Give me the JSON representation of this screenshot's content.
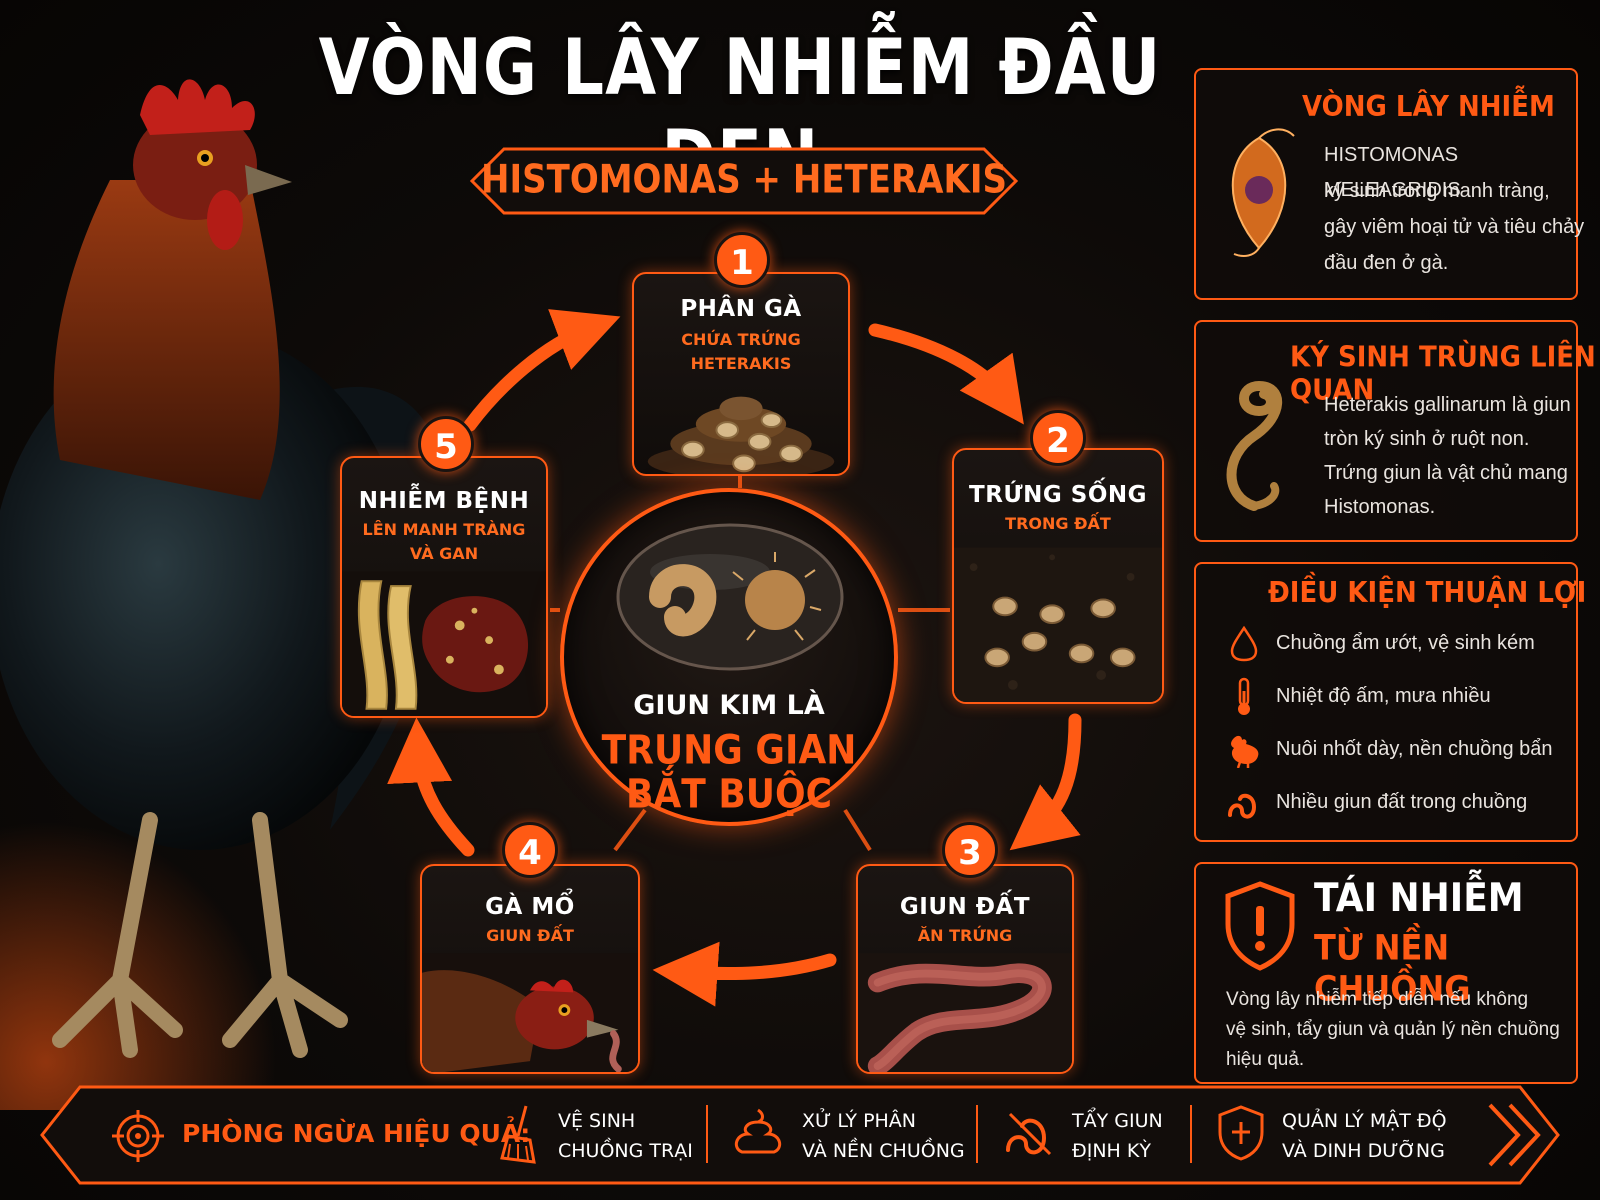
{
  "title": "VÒNG LÂY NHIỄM ĐẦU ĐEN",
  "subtitle": "HISTOMONAS + HETERAKIS",
  "colors": {
    "accent": "#ff5a14",
    "accent_text": "#ff6b1f",
    "background": "#0d0a08"
  },
  "cycle": {
    "steps": [
      {
        "num": "1",
        "title": "PHÂN GÀ",
        "sub1": "CHỨA TRỨNG",
        "sub2": "HETERAKIS"
      },
      {
        "num": "2",
        "title": "TRỨNG SỐNG",
        "sub1": "TRONG ĐẤT",
        "sub2": ""
      },
      {
        "num": "3",
        "title": "GIUN ĐẤT",
        "sub1": "ĂN TRỨNG",
        "sub2": ""
      },
      {
        "num": "4",
        "title": "GÀ MỔ",
        "sub1": "GIUN ĐẤT",
        "sub2": ""
      },
      {
        "num": "5",
        "title": "NHIỄM BỆNH",
        "sub1": "LÊN MANH TRÀNG",
        "sub2": "VÀ GAN"
      }
    ],
    "center": {
      "line1": "GIUN KIM LÀ",
      "line2": "TRUNG GIAN",
      "line3": "BẮT BUỘC"
    }
  },
  "panels": {
    "cycle_info": {
      "title": "VÒNG LÂY NHIỄM",
      "lines": [
        "HISTOMONAS MELEAGRIDIS",
        "ký sinh trong manh tràng,",
        "gây viêm hoại tử và tiêu chảy",
        "đầu đen ở gà."
      ]
    },
    "related_parasite": {
      "title": "KÝ SINH TRÙNG LIÊN QUAN",
      "lines": [
        "Heterakis gallinarum là giun",
        "tròn ký sinh ở ruột non.",
        "Trứng giun là vật chủ mang",
        "Histomonas."
      ]
    },
    "conditions": {
      "title": "ĐIỀU KIỆN THUẬN LỢI",
      "items": [
        {
          "icon": "water-drop-icon",
          "text": "Chuồng ẩm ướt, vệ sinh kém"
        },
        {
          "icon": "thermometer-icon",
          "text": "Nhiệt độ ấm, mưa nhiều"
        },
        {
          "icon": "chicken-icon",
          "text": "Nuôi nhốt dày, nền chuồng bẩn"
        },
        {
          "icon": "worm-icon",
          "text": "Nhiều giun đất trong chuồng"
        }
      ]
    },
    "reinfection": {
      "title1": "TÁI NHIỄM",
      "title2": "TỪ NỀN CHUỒNG",
      "lines": [
        "Vòng lây nhiễm tiếp diễn nếu không",
        "vệ sinh, tẩy giun và quản lý nền chuồng",
        "hiệu quả."
      ]
    }
  },
  "prevention": {
    "label": "PHÒNG NGỪA HIỆU QUẢ:",
    "items": [
      {
        "icon": "broom-icon",
        "line1": "VỆ SINH",
        "line2": "CHUỒNG TRẠI"
      },
      {
        "icon": "manure-icon",
        "line1": "XỬ LÝ PHÂN",
        "line2": "VÀ NỀN CHUỒNG"
      },
      {
        "icon": "deworm-icon",
        "line1": "TẨY GIUN",
        "line2": "ĐỊNH KỲ"
      },
      {
        "icon": "shield-plus-icon",
        "line1": "QUẢN LÝ MẬT ĐỘ",
        "line2": "VÀ DINH DƯỠNG"
      }
    ]
  }
}
